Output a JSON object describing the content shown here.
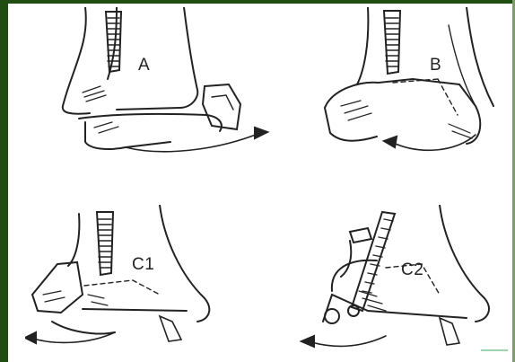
{
  "panels": [
    {
      "label": "A"
    },
    {
      "label": "B"
    },
    {
      "label": "C1"
    },
    {
      "label": "C2"
    }
  ]
}
